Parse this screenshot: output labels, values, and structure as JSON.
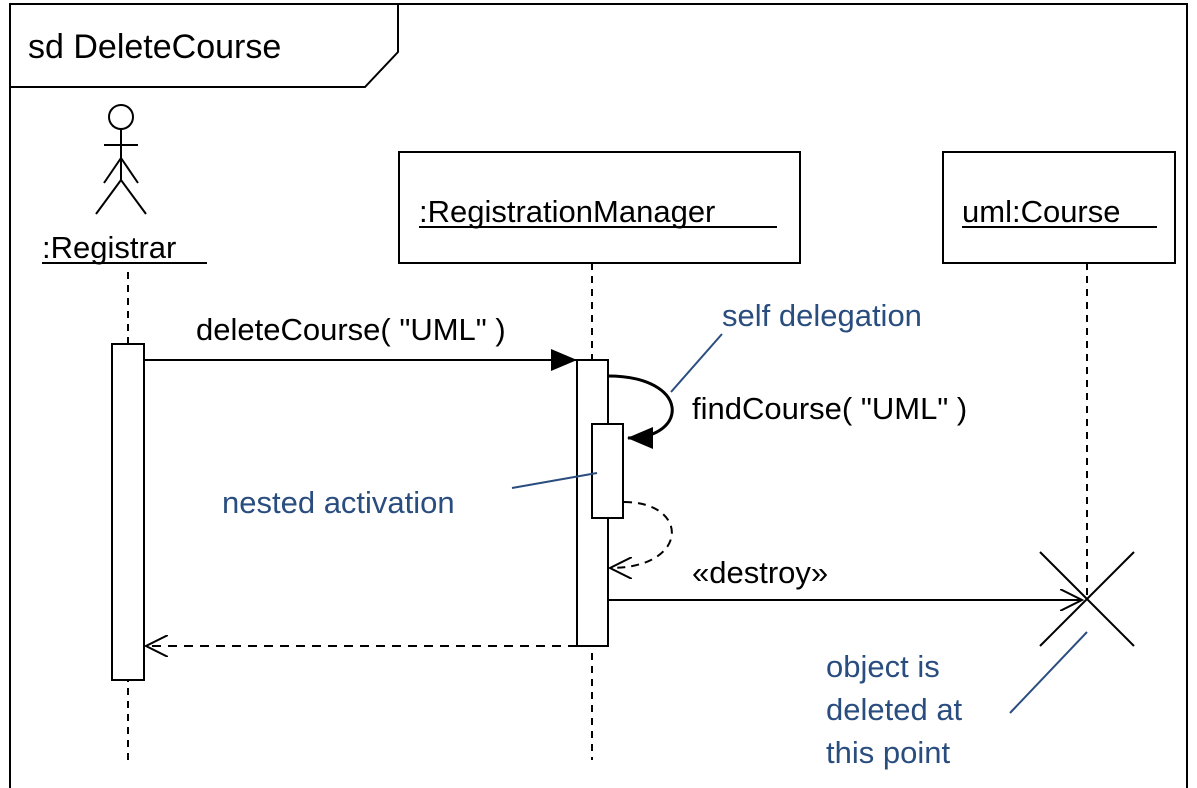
{
  "diagram": {
    "frame_label": "sd DeleteCourse",
    "lifelines": [
      {
        "name": ":Registrar",
        "kind": "actor"
      },
      {
        "name": ":RegistrationManager",
        "kind": "object"
      },
      {
        "name": "uml:Course",
        "kind": "object"
      }
    ],
    "messages": [
      {
        "label": "deleteCourse( \"UML\" )",
        "from": ":Registrar",
        "to": ":RegistrationManager",
        "style": "synchronous"
      },
      {
        "label": "findCourse( \"UML\" )",
        "from": ":RegistrationManager",
        "to": ":RegistrationManager",
        "style": "synchronous"
      },
      {
        "label": "",
        "from": ":RegistrationManager",
        "to": ":RegistrationManager",
        "style": "reply"
      },
      {
        "label": "«destroy»",
        "from": ":RegistrationManager",
        "to": "uml:Course",
        "style": "destroy"
      },
      {
        "label": "",
        "from": ":RegistrationManager",
        "to": ":Registrar",
        "style": "reply"
      }
    ],
    "notes": {
      "self_delegation": "self delegation",
      "nested_activation": "nested activation",
      "deleted_line1": "object is",
      "deleted_line2": "deleted at",
      "deleted_line3": "this point"
    },
    "colors": {
      "line": "#000000",
      "note_text": "#2a4d7f",
      "note_leader": "#2a4d7f"
    }
  }
}
